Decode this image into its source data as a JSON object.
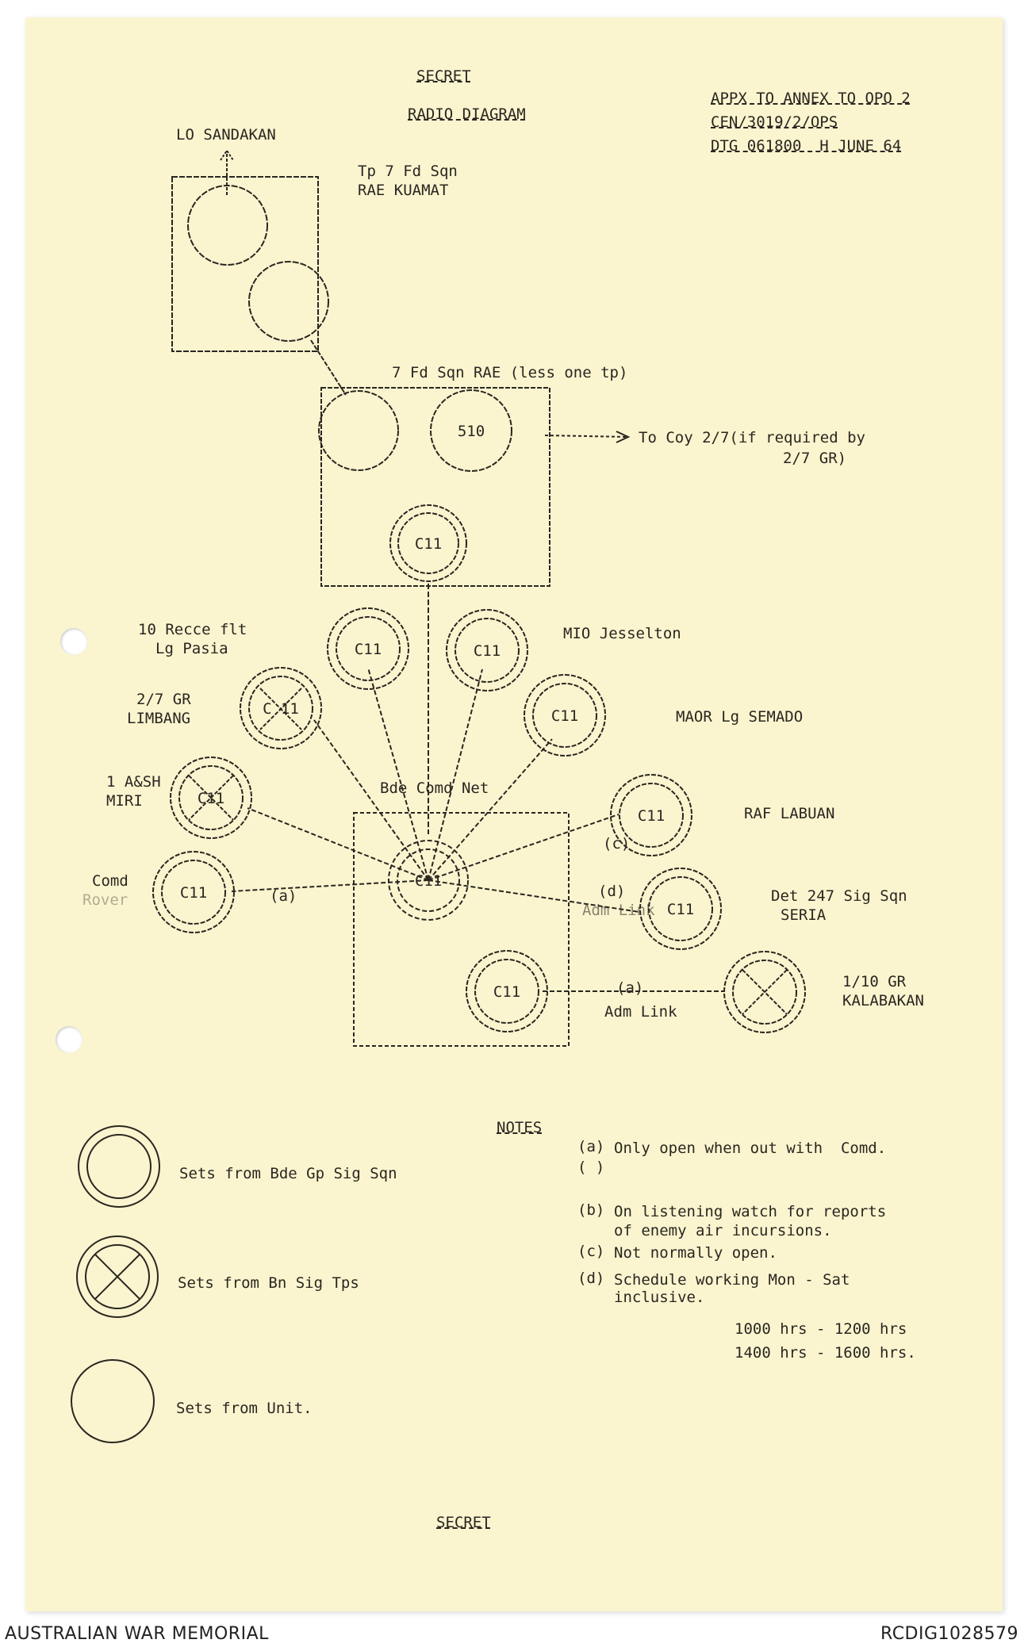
{
  "header": {
    "classification_top": "SECRET",
    "title": "RADIO DIAGRAM",
    "ref_line1": "APPX TO ANNEX TO OPO 2",
    "ref_line2": "CEN/3019/2/OPS",
    "ref_line3": "DTG 061800  H JUNE 64"
  },
  "labels": {
    "lo_sandakan": "LO SANDAKAN",
    "tp7_line1": "Tp 7 Fd Sqn",
    "tp7_line2": "RAE KUAMAT",
    "fd_sqn": "7 Fd Sqn RAE (less one tp)",
    "to_coy_line1": "To Coy 2/7(if required by",
    "to_coy_line2": "2/7 GR)",
    "recce_line1": "10 Recce flt",
    "recce_line2": "Lg Pasia",
    "mio": "MIO Jesselton",
    "gr27_line1": "2/7 GR",
    "gr27_line2": "LIMBANG",
    "maor": "MAOR Lg SEMADO",
    "ash_line1": "1 A&SH",
    "ash_line2": "MIRI",
    "bde_net": "Bde Comd Net",
    "raf": "RAF LABUAN",
    "comd_line1": "Comd",
    "comd_line2": "Rover",
    "det_line1": "Det 247 Sig Sqn",
    "det_line2": "SERIA",
    "gr110_line1": "1/10 GR",
    "gr110_line2": "KALABAKAN",
    "link_a_left": "(a)",
    "link_c": "(c)",
    "link_d": "(d)",
    "adm_link_upper": "Adm Link",
    "link_a_bottom": "(a)",
    "adm_link_lower": "Adm Link"
  },
  "sets": {
    "c11": "C11",
    "set510": "510",
    "c11_spaced": "C 11"
  },
  "legend": {
    "bde": "Sets from Bde Gp Sig Sqn",
    "bn": "Sets from Bn Sig Tps",
    "unit": "Sets from Unit."
  },
  "notes": {
    "heading": "NOTES",
    "a_mark": "(a)",
    "a_text": "Only open when out with  Comd.",
    "blank_mark": "( )",
    "b_mark": "(b)",
    "b_text1": "On listening watch for reports",
    "b_text2": "of enemy air incursions.",
    "c_mark": "(c)",
    "c_text": "Not normally open.",
    "d_mark": "(d)",
    "d_text1": "Schedule working Mon - Sat",
    "d_text2": "inclusive.",
    "time1": "1000 hrs - 1200 hrs",
    "time2": "1400 hrs - 1600 hrs."
  },
  "footer": {
    "classification_bottom": "SECRET",
    "org": "AUSTRALIAN WAR MEMORIAL",
    "id": "RCDIG1028579"
  },
  "colors": {
    "paper": "#faf5cf",
    "ink": "#2a2620"
  }
}
